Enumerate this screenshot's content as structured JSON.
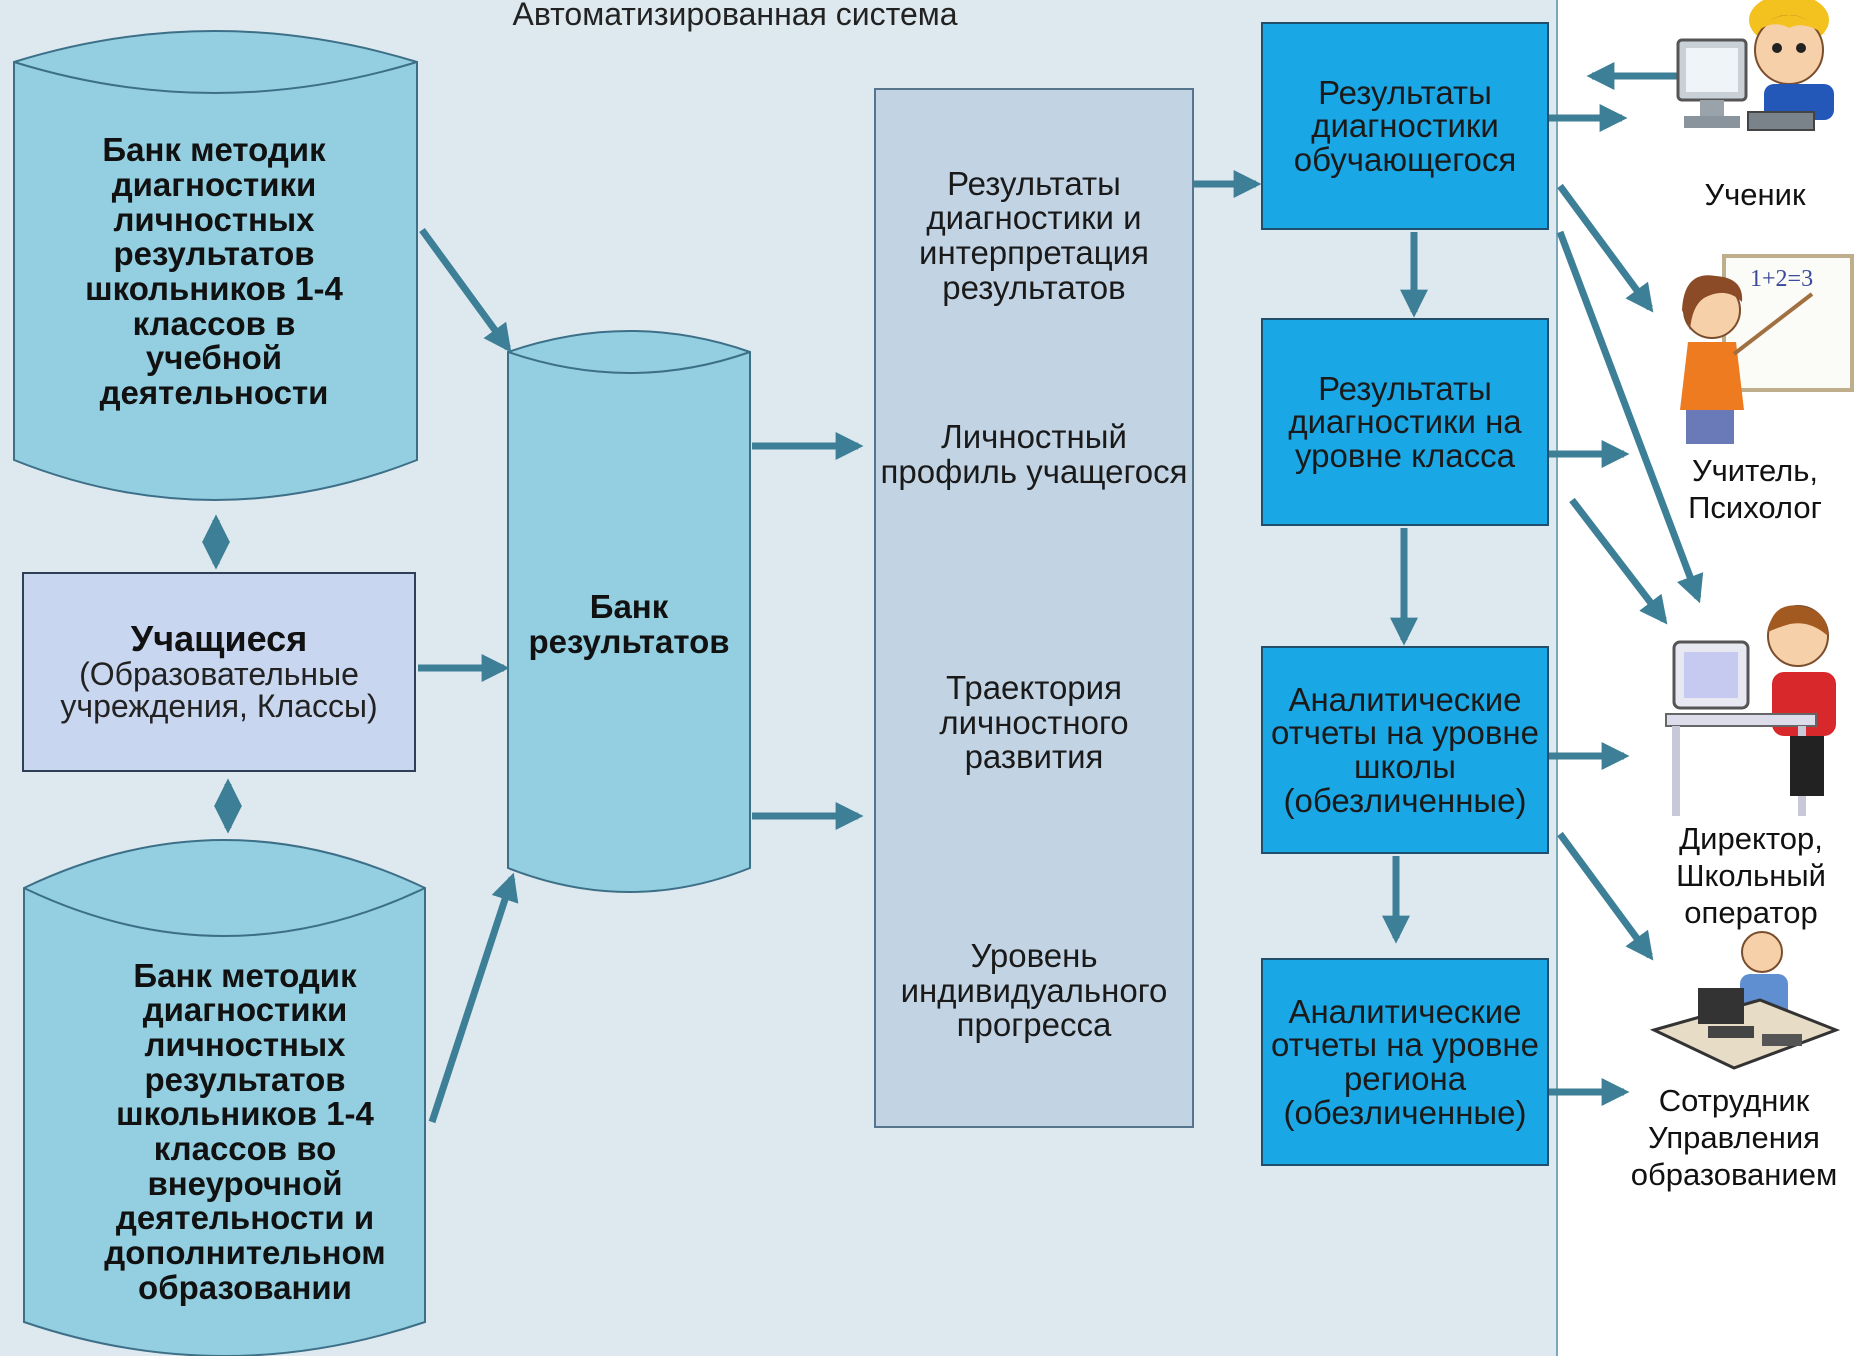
{
  "system_title": "Автоматизированная система",
  "banks": {
    "methods_lessons": "Банк методик диагностики личностных результатов школьников 1-4 классов в учебной деятельности",
    "methods_extra": "Банк методик диагностики личностных результатов школьников  1-4 классов во внеурочной деятельности и дополнительном образовании",
    "results": "Банк результатов"
  },
  "students": {
    "title": "Учащиеся",
    "subtitle": "(Образовательные учреждения, Классы)"
  },
  "panel_items": [
    "Результаты диагностики и интерпретация результатов",
    "Личностный профиль учащегося",
    "Траектория личностного развития",
    "Уровень индивидуального прогресса"
  ],
  "result_boxes": [
    "Результаты диагностики обучающегося",
    "Результаты диагностики на уровне класса",
    "Аналитические отчеты на уровне школы (обезличенные)",
    "Аналитические отчеты на уровне региона (обезличенные)"
  ],
  "roles": [
    {
      "label": "Ученик",
      "icon": "student-at-computer-icon"
    },
    {
      "label": "Учитель,\nПсихолог",
      "icon": "teacher-at-board-icon"
    },
    {
      "label": "Директор,\nШкольный\nоператор",
      "icon": "director-at-computer-icon"
    },
    {
      "label": "Сотрудник\nУправления\nобразованием",
      "icon": "office-worker-icon"
    }
  ],
  "board_formula": "1+2=3",
  "colors": {
    "background": "#dde9ef",
    "cylinder": "#93cfe0",
    "panel": "#c2d4e4",
    "result_box": "#1aa7e6",
    "students_box": "#c8d6ef",
    "arrow": "#3d7f96"
  }
}
